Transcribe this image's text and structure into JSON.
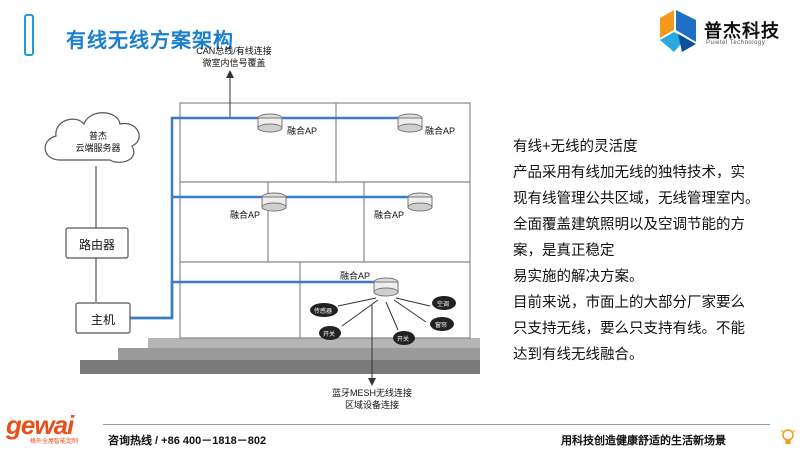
{
  "header": {
    "title": "有线无线方案架构",
    "logo_name": "普杰科技",
    "logo_sub": "Puietel Technology"
  },
  "diagram": {
    "cloud_label": "普杰\n云端服务器",
    "cloud_line1": "普杰",
    "cloud_line2": "云端服务器",
    "router_label": "路由器",
    "host_label": "主机",
    "can_label_line1": "CAN总线/有线连接",
    "can_label_line2": "微室内信号覆盖",
    "mesh_label_line1": "蓝牙MESH无线连接",
    "mesh_label_line2": "区域设备连接",
    "ap_label": "融合AP",
    "devices": [
      "传感器",
      "开关",
      "开关",
      "空调",
      "窗帘"
    ]
  },
  "description": {
    "lines": [
      "有线+无线的灵活度",
      "产品采用有线加无线的独特技术，实",
      "现有线管理公共区域，无线管理室内。",
      "全面覆盖建筑照明以及空调节能的方",
      "案，是真正稳定",
      "易实施的解决方案。",
      "目前来说，市面上的大部分厂家要么",
      "只支持无线，要么只支持有线。不能",
      "达到有线无线融合。"
    ]
  },
  "footer": {
    "brand": "gewai",
    "brand_sub": "格外全屋智能定制",
    "hotline": "咨询热线 / +86 400－1818－802",
    "slogan": "用科技创造健康舒适的生活新场景"
  },
  "colors": {
    "accent": "#1a7fd0",
    "wire": "#3b7cc4",
    "brand_orange": "#e8501b",
    "logo_blue": "#1f6fc5",
    "logo_orange": "#f39a1e"
  }
}
